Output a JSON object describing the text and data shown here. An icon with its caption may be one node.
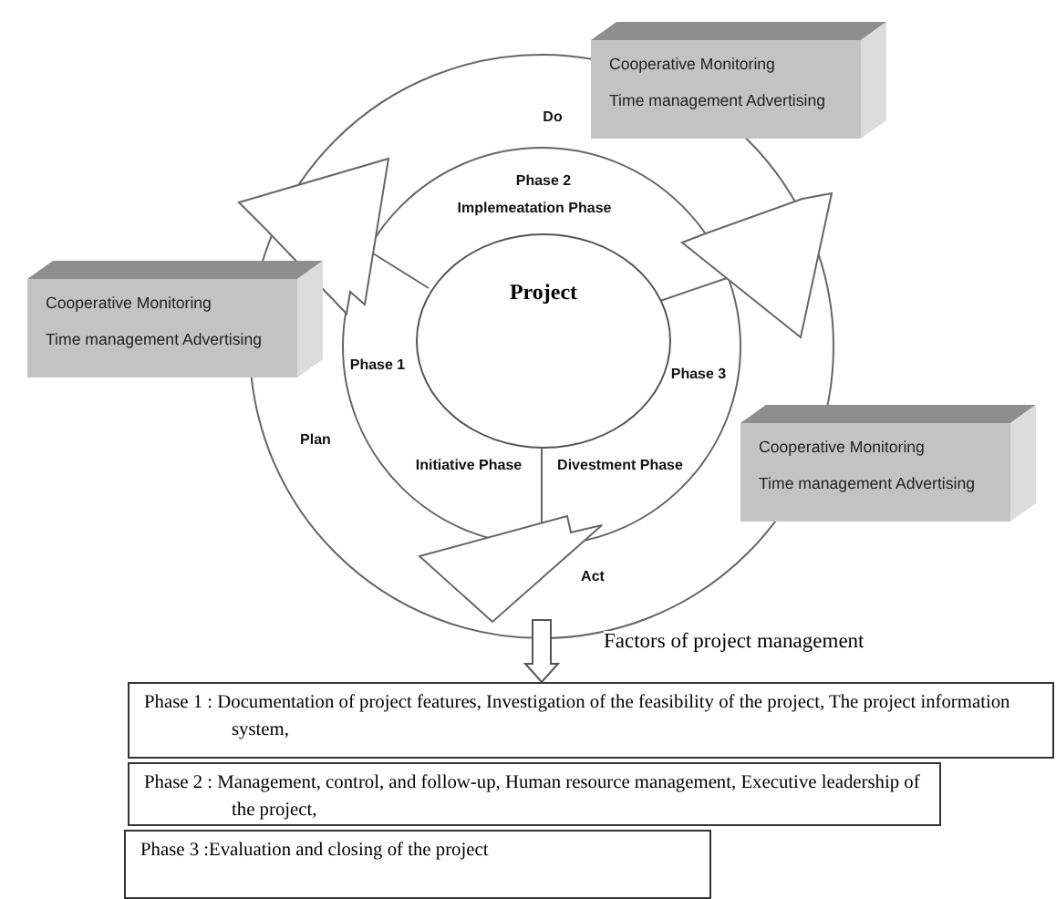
{
  "diagram": {
    "nodes": [
      {
        "text": [
          "Cooperative Monitoring",
          "Time  management Advertising"
        ]
      },
      {
        "text": [
          "Cooperative Monitoring",
          "Time  management Advertising"
        ]
      },
      {
        "text": [
          "Project"
        ]
      },
      {
        "text": [
          "Cooperative Monitoring",
          "Time  management Advertising"
        ]
      },
      {
        "text": [
          "Phase 1 : Documentation of project features, Investigation of the feasibility of the project, The project information system,"
        ]
      },
      {
        "text": [
          "Phase 2 : Management, control, and follow-up, Human resource management, Executive leadership of the project,"
        ]
      },
      {
        "text": [
          "Phase 3 :Evaluation and closing of the project"
        ]
      }
    ],
    "edges": [
      {
        "from": null,
        "to": 4,
        "arrow": "to",
        "label": "Factors of  project  management"
      }
    ],
    "labels": [
      "Do",
      "Phase 2",
      "Implemeatation Phase",
      "Phase 1",
      "Phase 3",
      "Plan",
      "Initiative Phase",
      "Divestment Phase",
      "Act"
    ]
  }
}
